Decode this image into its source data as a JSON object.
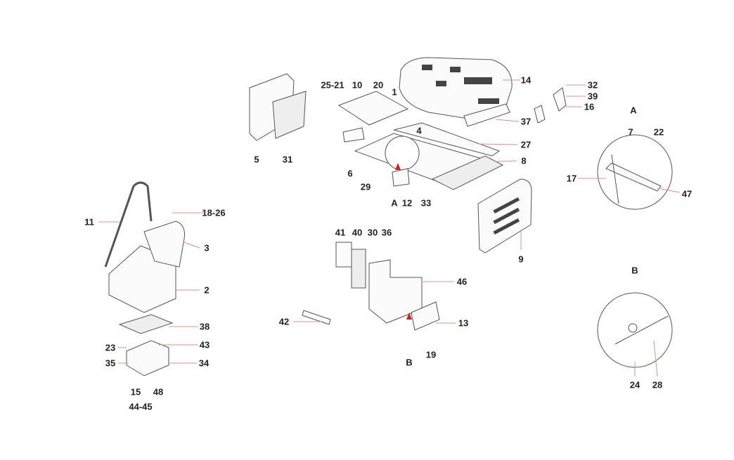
{
  "labels": [
    "25-21",
    "10",
    "20",
    "1",
    "4",
    "5",
    "31",
    "6",
    "29",
    "A",
    "12",
    "33",
    "27",
    "8",
    "14",
    "37",
    "32",
    "39",
    "16",
    "A",
    "7",
    "22",
    "17",
    "47",
    "11",
    "18-26",
    "3",
    "2",
    "38",
    "23",
    "43",
    "35",
    "34",
    "15",
    "48",
    "44-45",
    "41",
    "40",
    "30",
    "36",
    "46",
    "42",
    "13",
    "B",
    "19",
    "9",
    "B",
    "24",
    "28"
  ],
  "colors": {
    "leader": "#d89090",
    "arrow": "#cc2222",
    "outline": "#555555"
  }
}
